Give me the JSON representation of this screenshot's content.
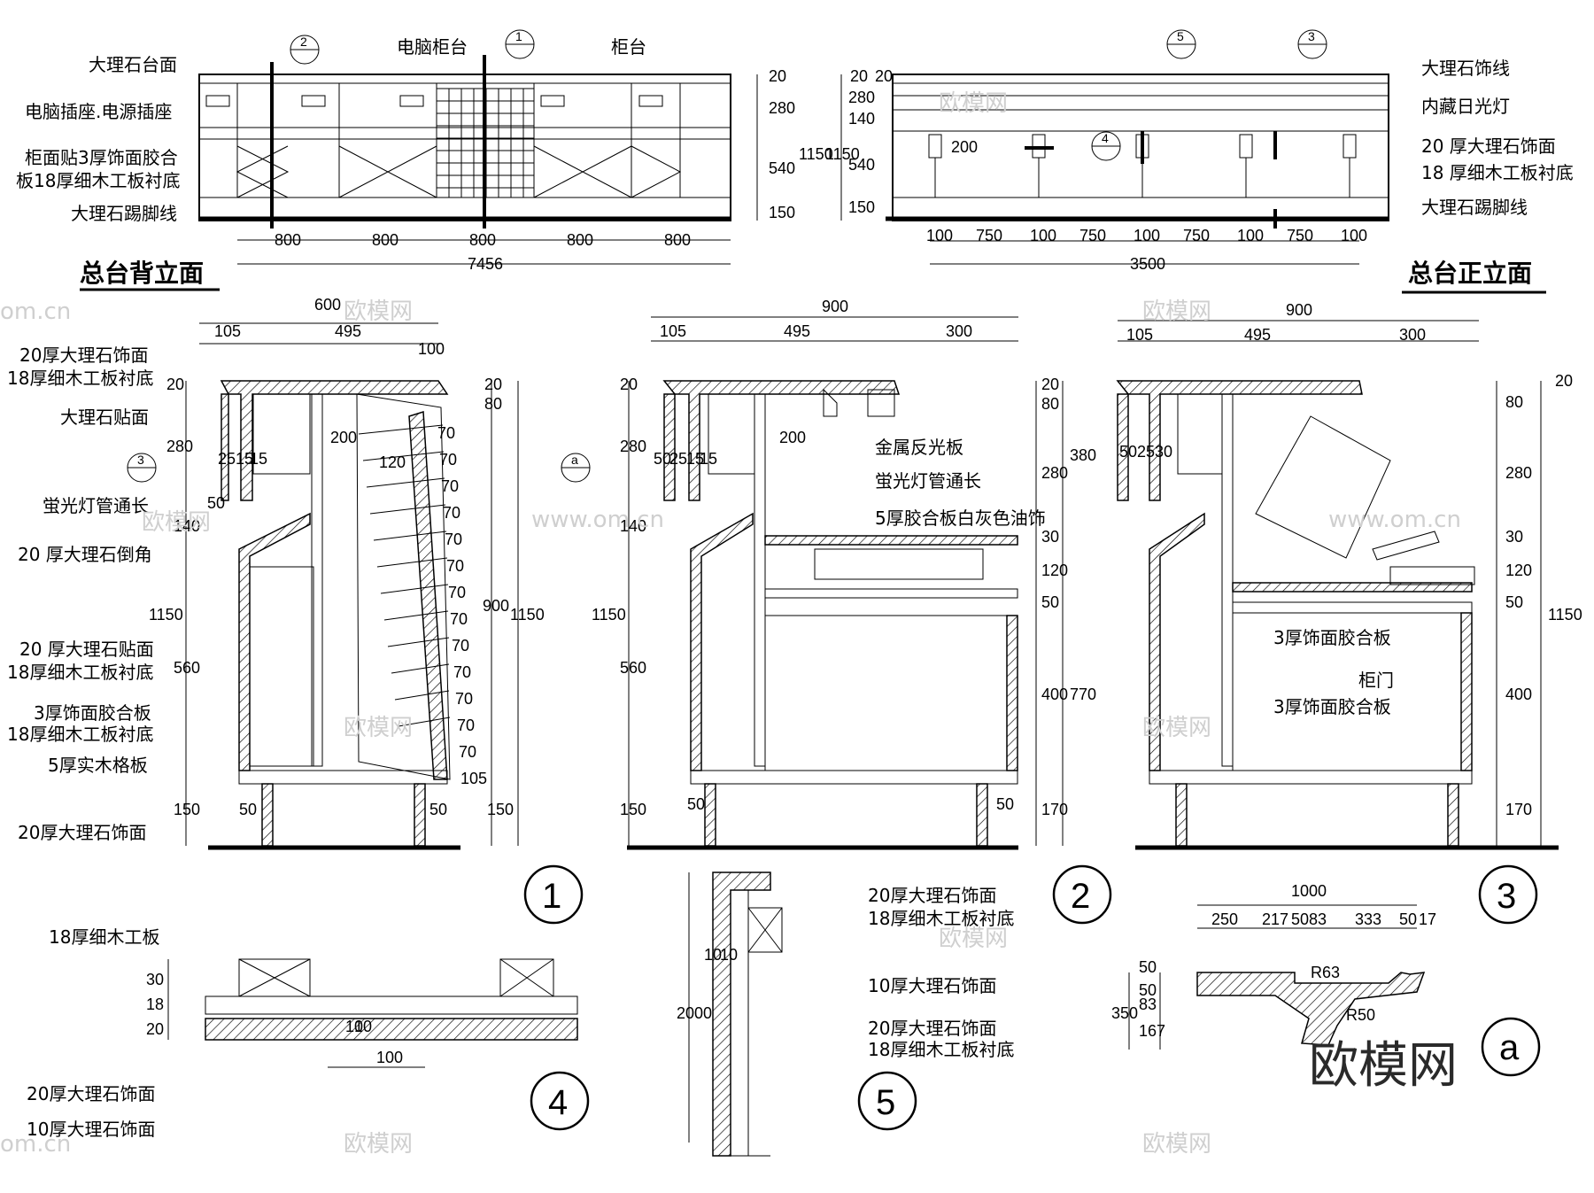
{
  "titles": {
    "back": "总台背立面",
    "front": "总台正立面"
  },
  "back_labels": [
    "大理石台面",
    "电脑插座.电源插座",
    "柜面贴3厚饰面胶合",
    "板18厚细木工板衬底",
    "大理石踢脚线"
  ],
  "back_top_labels": [
    "电脑柜台",
    "柜台"
  ],
  "back_dims_h": [
    "800",
    "800",
    "800",
    "800",
    "800"
  ],
  "back_total": "7456",
  "back_dims_v": [
    "20",
    "280",
    "1150",
    "540",
    "150"
  ],
  "front_labels": [
    "大理石饰线",
    "内藏日光灯",
    "20 厚大理石饰面",
    "18 厚细木工板衬底",
    "大理石踢脚线"
  ],
  "front_dims_h": [
    "100",
    "750",
    "100",
    "750",
    "100",
    "750",
    "100",
    "750",
    "100"
  ],
  "front_total": "3500",
  "front_dims_v": [
    "20",
    "280",
    "20",
    "140",
    "1150",
    "540",
    "150",
    "200"
  ],
  "callouts": [
    "2",
    "1",
    "5",
    "3",
    "4",
    "3",
    "a"
  ],
  "s1_labels": [
    "20厚大理石饰面",
    "18厚细木工板衬底",
    "大理石贴面",
    "蛍光灯管通长",
    "20 厚大理石倒角",
    "20 厚大理石贴面",
    "18厚细木工板衬底",
    "3厚饰面胶合板",
    "18厚细木工板衬底",
    "5厚实木格板",
    "20厚大理石饰面"
  ],
  "s1_dims": [
    "600",
    "105",
    "495",
    "100",
    "20",
    "280",
    "25",
    "15",
    "15",
    "200",
    "120",
    "50",
    "140",
    "1150",
    "560",
    "150",
    "50",
    "50",
    "20",
    "80",
    "900",
    "1150",
    "150"
  ],
  "s1_step": [
    "70",
    "70",
    "70",
    "70",
    "70",
    "70",
    "70",
    "70",
    "70",
    "70",
    "70",
    "70",
    "70",
    "105"
  ],
  "s2_labels": [
    "金属反光板",
    "蛍光灯管通长",
    "5厚胶合板白灰色油饰"
  ],
  "s2_dims": [
    "900",
    "105",
    "495",
    "300",
    "20",
    "280",
    "50",
    "25",
    "15",
    "15",
    "200",
    "140",
    "1150",
    "560",
    "150",
    "50",
    "50",
    "20",
    "80",
    "380",
    "280",
    "30",
    "120",
    "50",
    "400",
    "770",
    "170"
  ],
  "s3_labels": [
    "3厚饰面胶合板",
    "柜门",
    "3厚饰面胶合板"
  ],
  "s3_dims": [
    "900",
    "105",
    "495",
    "300",
    "50",
    "25",
    "30",
    "20",
    "80",
    "280",
    "30",
    "120",
    "50",
    "1150",
    "400",
    "170"
  ],
  "s4_labels": [
    "18厚细木工板",
    "20厚大理石饰面",
    "10厚大理石饰面"
  ],
  "s4_dims": [
    "30",
    "18",
    "20",
    "10",
    "10",
    "100"
  ],
  "s5_labels": [
    "20厚大理石饰面",
    "18厚细木工板衬底",
    "10厚大理石饰面",
    "20厚大理石饰面",
    "18厚细木工板衬底"
  ],
  "s5_dims": [
    "10",
    "10",
    "2000"
  ],
  "sa_dims": [
    "1000",
    "250",
    "217",
    "50",
    "83",
    "333",
    "50",
    "17",
    "50",
    "50",
    "83",
    "167",
    "350",
    "R63",
    "R50"
  ],
  "detail_numbers": [
    "1",
    "2",
    "3",
    "4",
    "5",
    "a"
  ],
  "watermarks": [
    "欧模网",
    "www.om.cn",
    "om.cn"
  ],
  "logo_text": "欧模网"
}
